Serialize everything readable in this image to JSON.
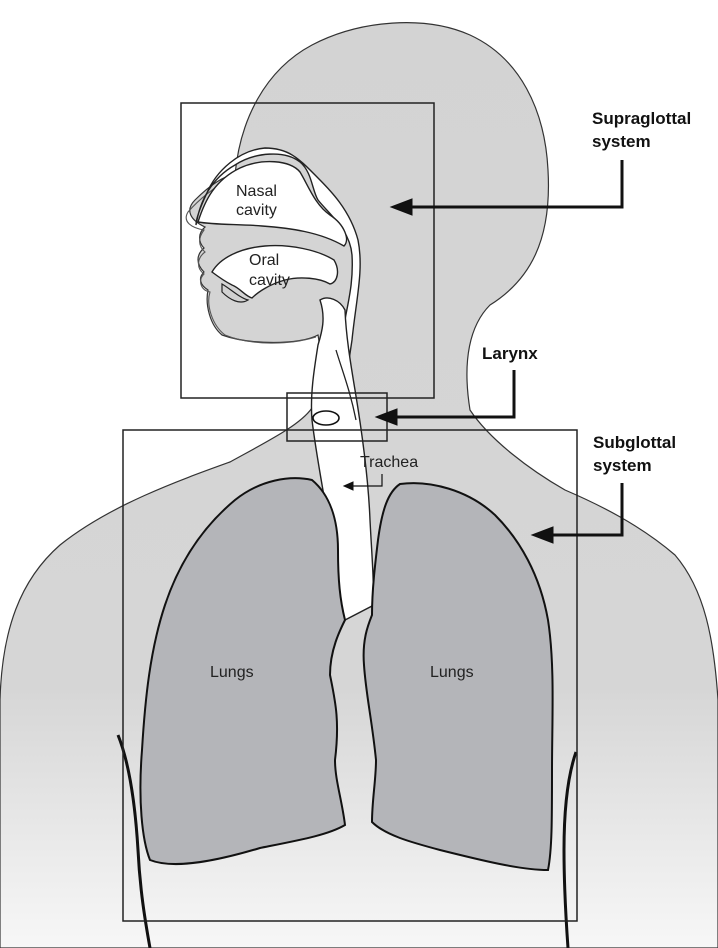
{
  "labels": {
    "supraglottal": [
      "Supraglottal",
      "system"
    ],
    "subglottal": [
      "Subglottal",
      "system"
    ],
    "larynx": "Larynx",
    "trachea": "Trachea",
    "nasal_cavity": [
      "Nasal",
      "cavity"
    ],
    "oral_cavity": [
      "Oral",
      "cavity"
    ],
    "lungs_left": "Lungs",
    "lungs_right": "Lungs"
  },
  "colors": {
    "body_fill": "#d2d2d2",
    "lung_fill": "#b4b5b9",
    "cavity_fill": "#ffffff",
    "outline": "#111111"
  }
}
